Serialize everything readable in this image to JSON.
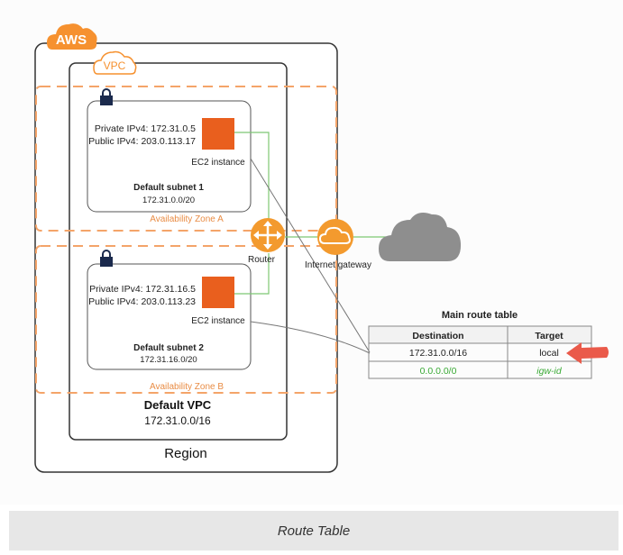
{
  "aws_badge": "AWS",
  "vpc_badge": "VPC",
  "region_label": "Region",
  "default_vpc": {
    "title": "Default VPC",
    "cidr": "172.31.0.0/16"
  },
  "subnets": [
    {
      "private_ipv4": "Private IPv4: 172.31.0.5",
      "public_ipv4": "Public IPv4: 203.0.113.17",
      "instance_label": "EC2 instance",
      "subnet_title": "Default subnet 1",
      "subnet_cidr": "172.31.0.0/20",
      "zone_label": "Availability Zone A"
    },
    {
      "private_ipv4": "Private IPv4: 172.31.16.5",
      "public_ipv4": "Public IPv4: 203.0.113.23",
      "instance_label": "EC2 instance",
      "subnet_title": "Default subnet 2",
      "subnet_cidr": "172.31.16.0/20",
      "zone_label": "Availability Zone B"
    }
  ],
  "router_label": "Router",
  "gateway_label": "Internet gateway",
  "route_table": {
    "title": "Main route table",
    "headers": [
      "Destination",
      "Target"
    ],
    "rows": [
      [
        "172.31.0.0/16",
        "local"
      ],
      [
        "0.0.0.0/0",
        "igw-id"
      ]
    ]
  },
  "caption": "Route Table",
  "colors": {
    "aws_orange": "#f6912f",
    "instance_orange": "#e95f1e",
    "zone_dash": "#f4a469",
    "green_line": "#7ec873",
    "green_text": "#3aaa35",
    "cloud_gray": "#8e8e8e",
    "arrow_red": "#ea5a4a"
  }
}
